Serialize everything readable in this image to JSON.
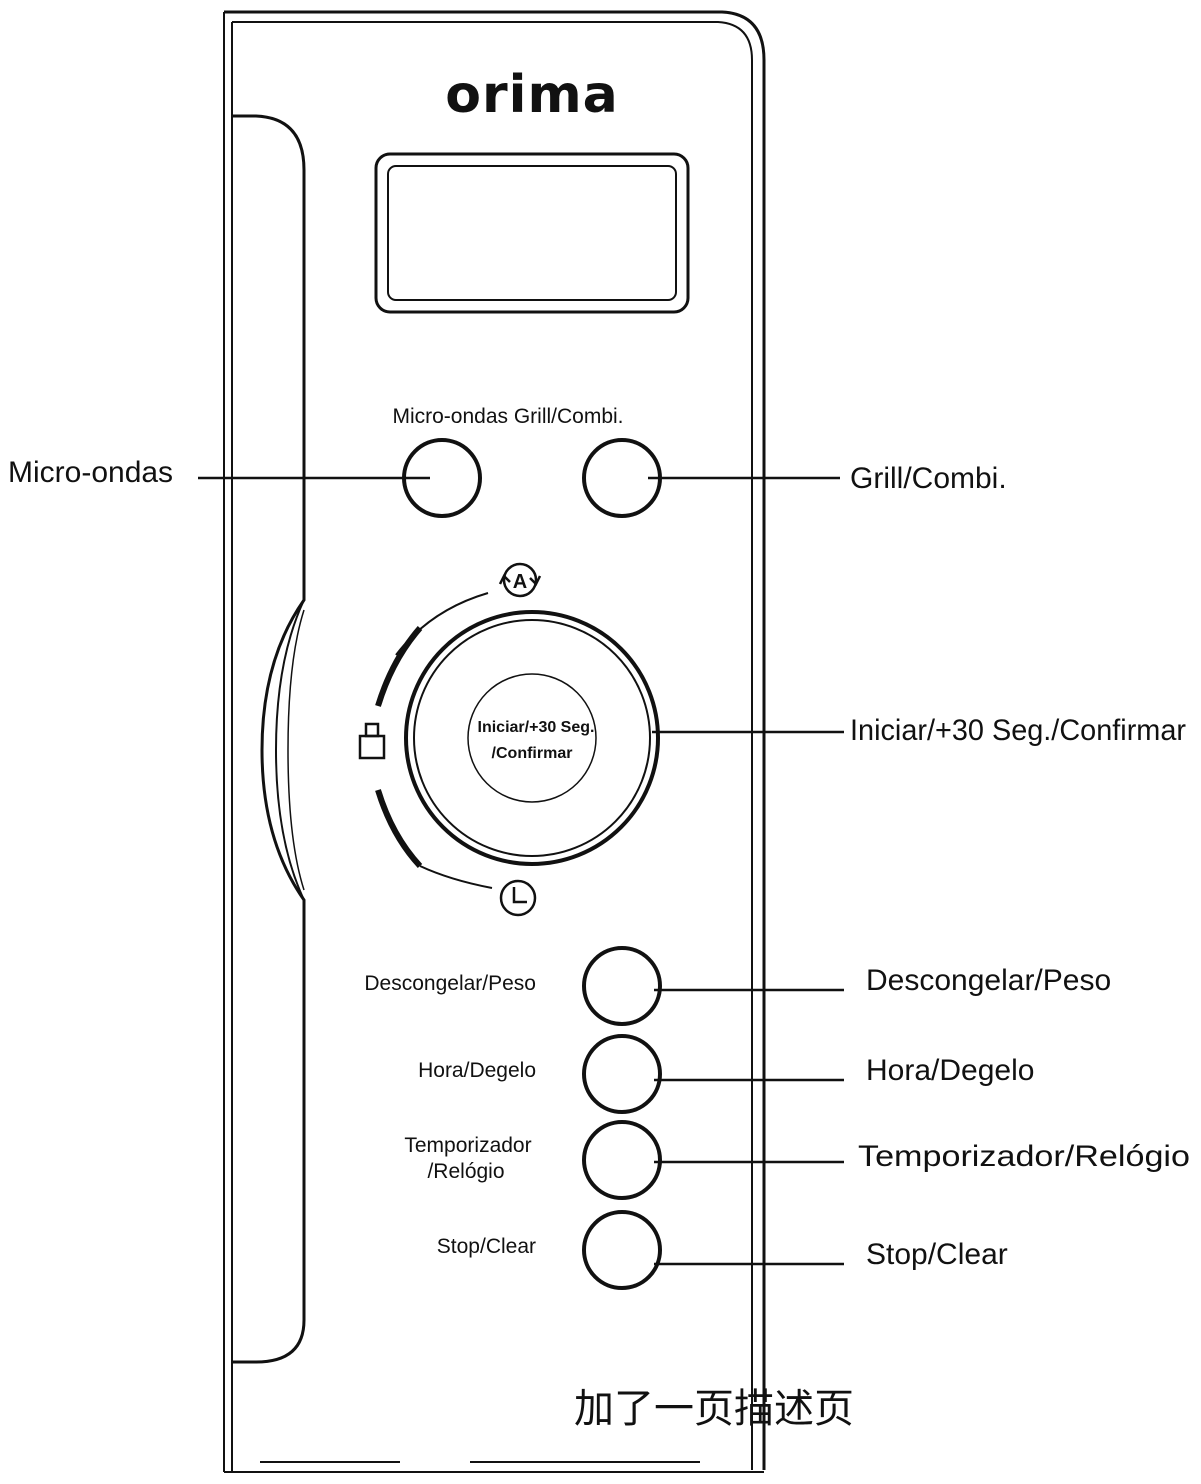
{
  "brand": "orima",
  "panel": {
    "mode_header": "Micro-ondas Grill/Combi.",
    "dial_text_line1": "Iniciar/+30 Seg.",
    "dial_text_line2": "/Confirmar",
    "auto_icon_letter": "A",
    "button_labels": [
      {
        "line1": "Descongelar/Peso",
        "line2": ""
      },
      {
        "line1": "Hora/Degelo",
        "line2": ""
      },
      {
        "line1": "Temporizador",
        "line2": "/Relógio"
      },
      {
        "line1": "Stop/Clear",
        "line2": ""
      }
    ]
  },
  "callouts": {
    "microwave": "Micro-ondas",
    "grill_combi": "Grill/Combi.",
    "start_confirm": "Iniciar/+30 Seg./Confirmar",
    "defrost_weight": "Descongelar/Peso",
    "time_defrost": "Hora/Degelo",
    "timer_clock": "Temporizador/Relógio",
    "stop_clear": "Stop/Clear"
  },
  "footer_note": "加了一页描述页",
  "icons": [
    "auto-menu-icon",
    "weight-icon",
    "clock-icon"
  ]
}
